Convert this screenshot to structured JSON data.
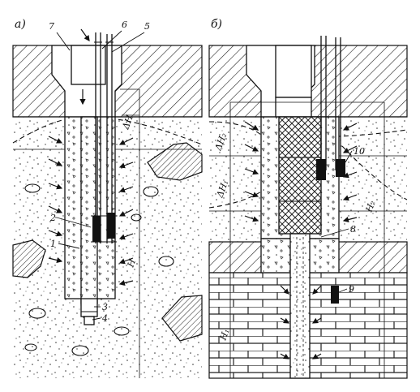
{
  "panel_a": {
    "tag": "а)",
    "callouts": {
      "n1": "1",
      "n2": "2",
      "n3": "3",
      "n4": "4",
      "n5": "5",
      "n6": "6",
      "n7": "7"
    },
    "dims": {
      "dH": "ΔH",
      "H": "H"
    }
  },
  "panel_b": {
    "tag": "б)",
    "callouts": {
      "n8": "8",
      "n9": "9",
      "n10": "10"
    },
    "dims": {
      "dH1": "ΔH₁",
      "dH2": "ΔH₂",
      "H1": "H₁",
      "H2": "H₂"
    }
  },
  "colors": {
    "ink": "#111111",
    "paper": "#ffffff",
    "hatch": "#222222"
  }
}
